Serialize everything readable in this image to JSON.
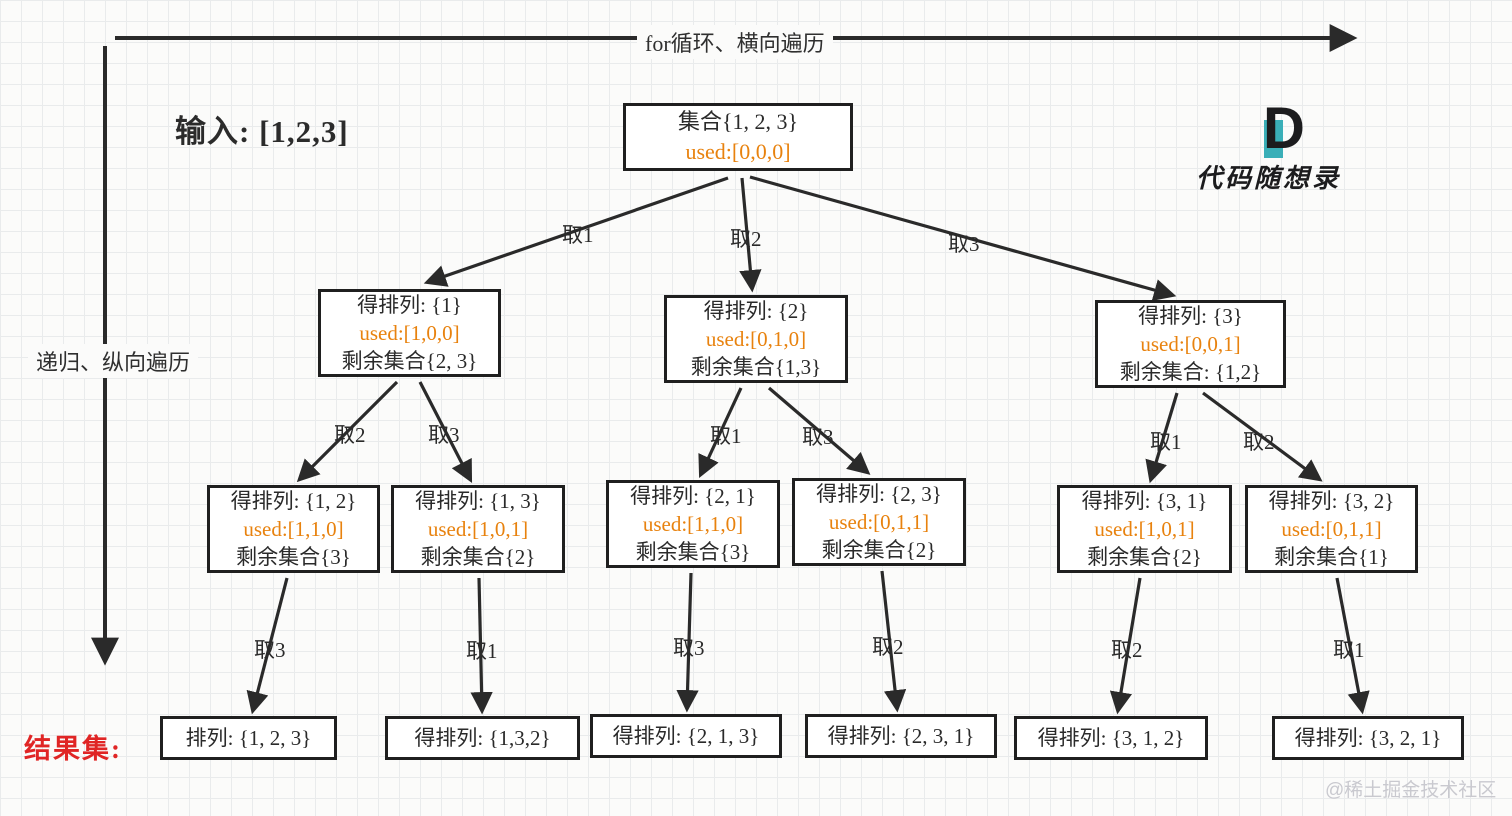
{
  "page": {
    "top_arrow_label": "for循环、横向遍历",
    "left_arrow_label": "递归、纵向遍历",
    "input_label": "输入: [1,2,3]",
    "result_label": "结果集:",
    "watermark": "@稀土掘金技术社区"
  },
  "logo": {
    "glyph": "D",
    "text": "代码随想录"
  },
  "colors": {
    "used_text": "#e8820e",
    "result_label": "#e02525",
    "arrow": "#2a2a2a",
    "box_border": "#1f1f1f",
    "logo_teal": "#3aafb8",
    "watermark": "#c9c9cf"
  },
  "tree": {
    "root": {
      "line1": "集合{1, 2, 3}",
      "used": "used:[0,0,0]"
    },
    "level2": [
      {
        "perm": "得排列: {1}",
        "used": "used:[1,0,0]",
        "remain": "剩余集合{2, 3}"
      },
      {
        "perm": "得排列: {2}",
        "used": "used:[0,1,0]",
        "remain": "剩余集合{1,3}"
      },
      {
        "perm": "得排列: {3}",
        "used": "used:[0,0,1]",
        "remain": "剩余集合: {1,2}"
      }
    ],
    "level3": [
      {
        "perm": "得排列: {1, 2}",
        "used": "used:[1,1,0]",
        "remain": "剩余集合{3}"
      },
      {
        "perm": "得排列: {1, 3}",
        "used": "used:[1,0,1]",
        "remain": "剩余集合{2}"
      },
      {
        "perm": "得排列: {2, 1}",
        "used": "used:[1,1,0]",
        "remain": "剩余集合{3}"
      },
      {
        "perm": "得排列: {2, 3}",
        "used": "used:[0,1,1]",
        "remain": "剩余集合{2}"
      },
      {
        "perm": "得排列: {3, 1}",
        "used": "used:[1,0,1]",
        "remain": "剩余集合{2}"
      },
      {
        "perm": "得排列: {3, 2}",
        "used": "used:[0,1,1]",
        "remain": "剩余集合{1}"
      }
    ],
    "leaves": [
      "排列: {1, 2, 3}",
      "得排列: {1,3,2}",
      "得排列: {2, 1, 3}",
      "得排列: {2, 3, 1}",
      "得排列: {3, 1, 2}",
      "得排列: {3, 2, 1}"
    ],
    "edge_labels": {
      "root": [
        "取1",
        "取2",
        "取3"
      ],
      "mid": [
        "取2",
        "取3",
        "取1",
        "取3",
        "取1",
        "取2"
      ],
      "leaf": [
        "取3",
        "取1",
        "取3",
        "取2",
        "取2",
        "取1"
      ]
    }
  }
}
